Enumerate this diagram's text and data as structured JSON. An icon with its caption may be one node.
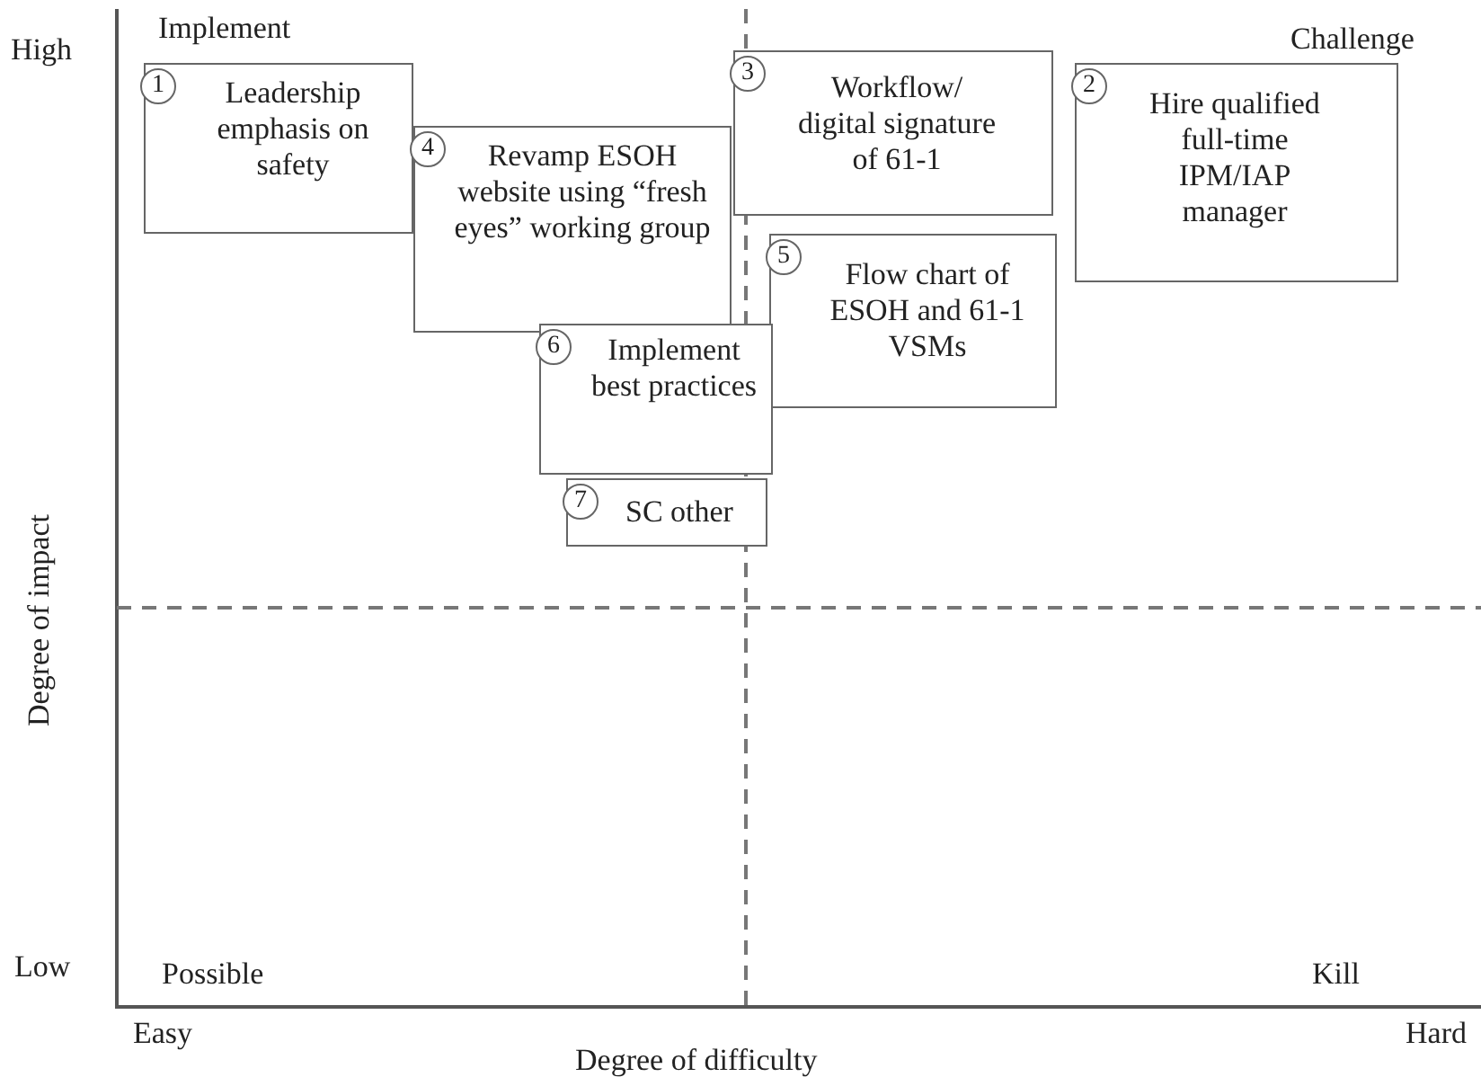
{
  "diagram": {
    "nodes": [
      {
        "text": [
          "1",
          "Leadership emphasis on safety"
        ]
      },
      {
        "text": [
          "3",
          "Workflow/ digital signature of 61-1"
        ]
      },
      {
        "text": [
          "2",
          "Hire qualified full-time IPM/IAP manager"
        ]
      },
      {
        "text": [
          "4",
          "Revamp ESOH website using “fresh eyes” working group"
        ]
      },
      {
        "text": [
          "5",
          "Flow chart of ESOH and 61-1 VSMs"
        ]
      },
      {
        "text": [
          "6",
          "Implement best practices"
        ]
      },
      {
        "text": [
          "7",
          "SC other"
        ]
      }
    ],
    "edges": [],
    "labels": [
      "High",
      "Implement",
      "Challenge",
      "Degree of impact",
      "Low",
      "Possible",
      "Kill",
      "Easy",
      "Degree of difficulty",
      "Hard"
    ]
  }
}
